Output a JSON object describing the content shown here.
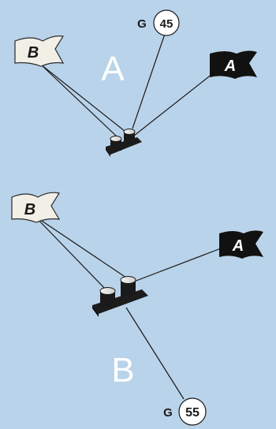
{
  "colors": {
    "background": "#b9d3ea",
    "line": "#1a1a1a",
    "flag_light": "#f2efe6",
    "flag_dark": "#111111",
    "big_letter": "#ffffff"
  },
  "panels": [
    {
      "id": "A",
      "big_letter": "A",
      "flag_b_label": "B",
      "flag_a_label": "A",
      "gauge_prefix": "G",
      "gauge_value": "45"
    },
    {
      "id": "B",
      "big_letter": "B",
      "flag_b_label": "B",
      "flag_a_label": "A",
      "gauge_prefix": "G",
      "gauge_value": "55"
    }
  ]
}
